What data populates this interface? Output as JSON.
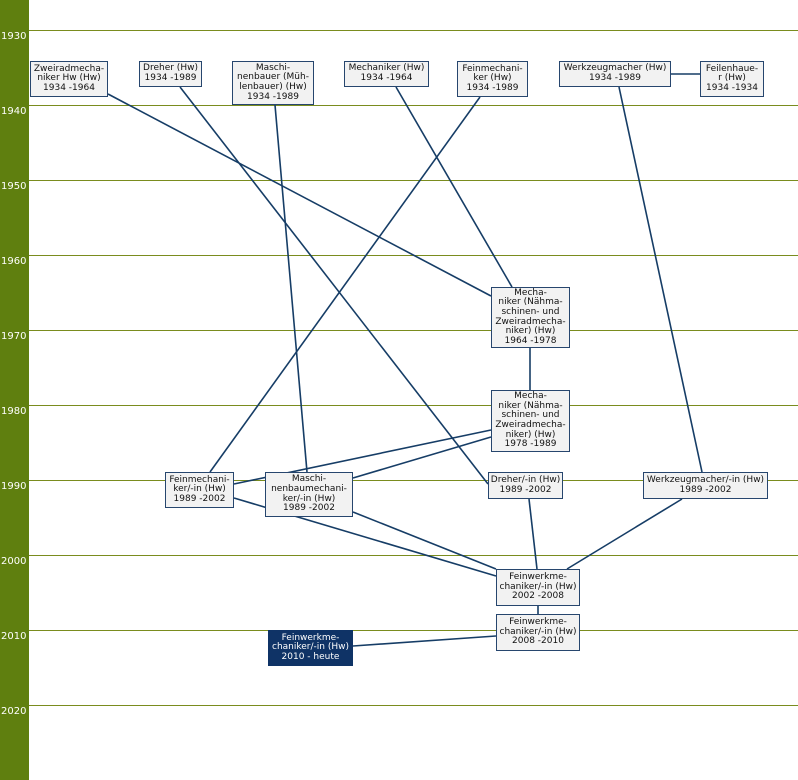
{
  "colors": {
    "sidebar": "#5f7f0f",
    "gridline": "#7a8c1e",
    "edge": "#163d66",
    "node_bg": "#f2f2f2",
    "node_border": "#27466e",
    "current_bg": "#0f3366"
  },
  "timeline": {
    "years": [
      "1930",
      "1940",
      "1950",
      "1960",
      "1970",
      "1980",
      "1990",
      "2000",
      "2010",
      "2020"
    ]
  },
  "nodes": [
    {
      "id": "zweirad",
      "lines": [
        "Zweiradmecha-",
        "niker Hw (Hw)",
        "1934 -1964"
      ]
    },
    {
      "id": "dreher",
      "lines": [
        "Dreher (Hw)",
        "1934 -1989"
      ]
    },
    {
      "id": "maschinenbauer",
      "lines": [
        "Maschi-",
        "nenbauer (Müh-",
        "lenbauer) (Hw)",
        "1934 -1989"
      ]
    },
    {
      "id": "mechaniker",
      "lines": [
        "Mechaniker (Hw)",
        "1934 -1964"
      ]
    },
    {
      "id": "feinmech1",
      "lines": [
        "Feinmechani-",
        "ker (Hw)",
        "1934 -1989"
      ]
    },
    {
      "id": "werkzeug1",
      "lines": [
        "Werkzeugmacher (Hw)",
        "1934 -1989"
      ]
    },
    {
      "id": "feilenhauer",
      "lines": [
        "Feilenhaue-",
        "r (Hw)",
        "1934 -1934"
      ]
    },
    {
      "id": "mech_naeh1",
      "lines": [
        "Mecha-",
        "niker (Nähma-",
        "schinen- und",
        "Zweiradmecha-",
        "niker) (Hw)",
        "1964 -1978"
      ]
    },
    {
      "id": "mech_naeh2",
      "lines": [
        "Mecha-",
        "niker (Nähma-",
        "schinen- und",
        "Zweiradmecha-",
        "niker) (Hw)",
        "1978 -1989"
      ]
    },
    {
      "id": "feinmech2",
      "lines": [
        "Feinmechani-",
        "ker/-in (Hw)",
        "1989 -2002"
      ]
    },
    {
      "id": "maschinenbaumech",
      "lines": [
        "Maschi-",
        "nenbaumechani-",
        "ker/-in (Hw)",
        "1989 -2002"
      ]
    },
    {
      "id": "dreherin",
      "lines": [
        "Dreher/-in (Hw)",
        "1989 -2002"
      ]
    },
    {
      "id": "werkzeug2",
      "lines": [
        "Werkzeugmacher/-in (Hw)",
        "1989 -2002"
      ]
    },
    {
      "id": "feinwerk1",
      "lines": [
        "Feinwerkme-",
        "chaniker/-in (Hw)",
        "2002 -2008"
      ]
    },
    {
      "id": "feinwerk2",
      "lines": [
        "Feinwerkme-",
        "chaniker/-in (Hw)",
        "2008 -2010"
      ]
    },
    {
      "id": "feinwerk3",
      "lines": [
        "Feinwerkme-",
        "chaniker/-in (Hw)",
        "2010 - heute"
      ]
    }
  ],
  "edges": [
    [
      "zweirad",
      "mech_naeh1"
    ],
    [
      "mechaniker",
      "mech_naeh1"
    ],
    [
      "mech_naeh1",
      "mech_naeh2"
    ],
    [
      "mech_naeh2",
      "feinmech2"
    ],
    [
      "mech_naeh2",
      "maschinenbaumech"
    ],
    [
      "feinmech1",
      "feinmech2"
    ],
    [
      "maschinenbauer",
      "maschinenbaumech"
    ],
    [
      "dreher",
      "dreherin"
    ],
    [
      "werkzeug1",
      "werkzeug2"
    ],
    [
      "werkzeug1",
      "feilenhauer"
    ],
    [
      "feinmech2",
      "feinwerk1"
    ],
    [
      "maschinenbaumech",
      "feinwerk1"
    ],
    [
      "dreherin",
      "feinwerk1"
    ],
    [
      "werkzeug2",
      "feinwerk1"
    ],
    [
      "feinwerk1",
      "feinwerk2"
    ],
    [
      "feinwerk2",
      "feinwerk3"
    ]
  ],
  "current_node": "feinwerk3"
}
